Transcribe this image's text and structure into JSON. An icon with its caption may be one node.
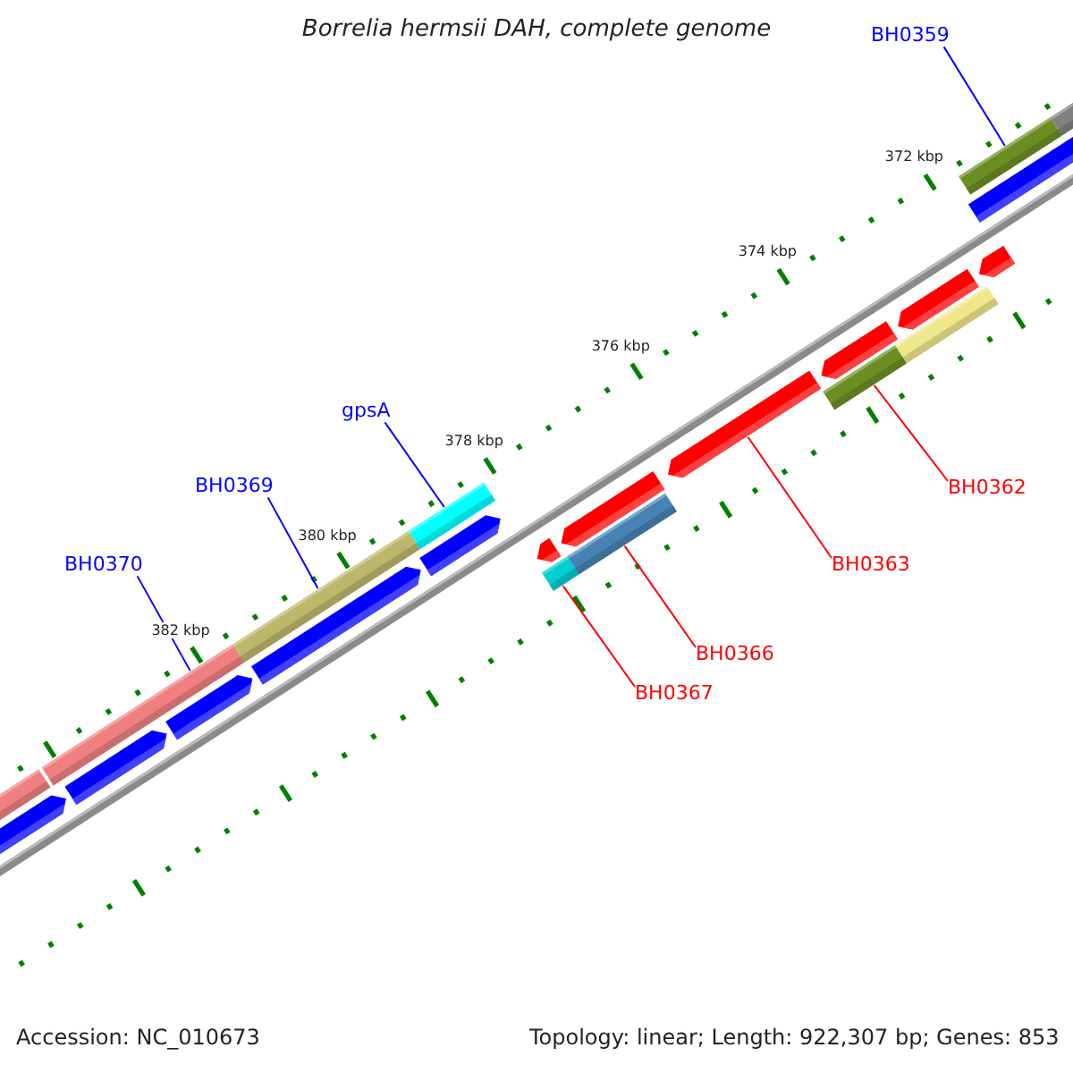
{
  "diagram": {
    "title": "Borrelia hermsii DAH, complete genome",
    "nodes": [
      {
        "text": [
          "BH0359"
        ]
      },
      {
        "text": [
          "gpsA"
        ]
      },
      {
        "text": [
          "BH0369"
        ]
      },
      {
        "text": [
          "BH0370"
        ]
      },
      {
        "text": [
          "BH0362"
        ]
      },
      {
        "text": [
          "BH0363"
        ]
      },
      {
        "text": [
          "BH0366"
        ]
      },
      {
        "text": [
          "BH0367"
        ]
      },
      {
        "text": [],
        "shape": "bar"
      },
      {
        "text": [],
        "shape": "bar"
      },
      {
        "text": [],
        "shape": "bar"
      },
      {
        "text": [],
        "shape": "bar"
      },
      {
        "text": [],
        "shape": "bar"
      },
      {
        "text": [],
        "shape": "bar"
      },
      {
        "text": [],
        "shape": "pentagon"
      },
      {
        "text": [],
        "shape": "pentagon"
      },
      {
        "text": [],
        "shape": "pentagon"
      },
      {
        "text": [],
        "shape": "pentagon"
      },
      {
        "text": [],
        "shape": "pentagon"
      },
      {
        "text": [],
        "shape": "pentagon"
      },
      {
        "text": [],
        "shape": "pentagon"
      },
      {
        "text": [],
        "shape": "pentagon"
      },
      {
        "text": [],
        "shape": "pentagon"
      },
      {
        "text": [],
        "shape": "pentagon"
      },
      {
        "text": [],
        "shape": "pentagon"
      },
      {
        "text": [],
        "shape": "pentagon"
      },
      {
        "text": [],
        "shape": "bar"
      },
      {
        "text": [],
        "shape": "bar"
      },
      {
        "text": [],
        "shape": "bar"
      },
      {
        "text": [],
        "shape": "bar"
      }
    ],
    "edges": [
      {
        "from": 0,
        "to": 12,
        "arrow": "none",
        "color": "#0000ff"
      },
      {
        "from": 1,
        "to": 11,
        "arrow": "none",
        "color": "#0000ff"
      },
      {
        "from": 2,
        "to": 10,
        "arrow": "none",
        "color": "#0000ff"
      },
      {
        "from": 3,
        "to": 9,
        "arrow": "none",
        "color": "#0000ff"
      },
      {
        "from": 4,
        "to": 28,
        "arrow": "none",
        "color": "#ff0000"
      },
      {
        "from": 5,
        "to": 22,
        "arrow": "none",
        "color": "#ff0000"
      },
      {
        "from": 6,
        "to": 27,
        "arrow": "none",
        "color": "#ff0000"
      },
      {
        "from": 7,
        "to": 26,
        "arrow": "none",
        "color": "#ff0000"
      }
    ],
    "labels": [
      "372 kbp",
      "374 kbp",
      "376 kbp",
      "378 kbp",
      "380 kbp",
      "382 kbp",
      "Accession: NC_010673",
      "Topology: linear; Length: 922,307 bp; Genes: 853"
    ]
  }
}
